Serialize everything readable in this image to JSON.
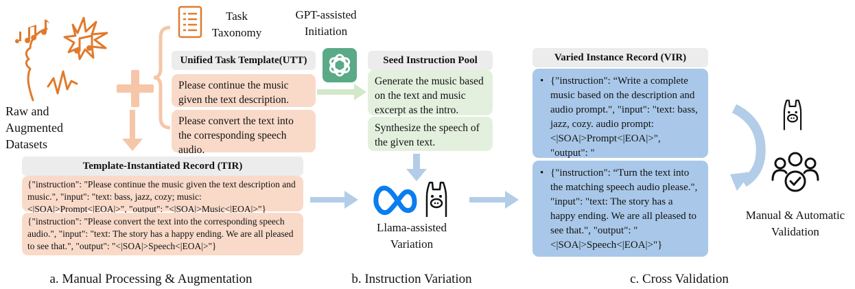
{
  "colors": {
    "orange_card": "#f9dac9",
    "green_card": "#e4f0de",
    "blue_card": "#a9c8e9",
    "header_gray": "#ececec",
    "arrow_blue": "#b3cde8",
    "orange_icon": "#e07a2c",
    "meta_blue": "#0a7df0",
    "chatgpt_green": "#5aa987"
  },
  "section_a": {
    "datasets_label": "Raw and Augmented Datasets",
    "task_taxonomy_label": "Task Taxonomy",
    "utt_header": "Unified Task Template(UTT)",
    "utt_items": [
      "Please continue the music given the text description.",
      "Please convert the text into the corresponding speech audio."
    ],
    "tir_header": "Template-Instantiated Record (TIR)",
    "tir_items": [
      "{\"instruction\": \"Please continue the music given the text description and music.\", \"input\": \"text: bass, jazz, cozy; music: <|SOA|>Prompt<|EOA|>\", \"output\": \"<|SOA|>Music<|EOA|>\"}",
      "{\"instruction\": \"Please convert the text into the corresponding speech audio.\", \"input\": \"text: The story has a happy ending. We are all pleased to see that.\", \"output\": \"<|SOA|>Speech<|EOA|>\"}"
    ],
    "caption": "a. Manual Processing & Augmentation"
  },
  "section_b": {
    "gpt_label": "GPT-assisted Initiation",
    "seed_header": "Seed Instruction Pool",
    "seed_items": [
      "Generate the music based on the text and music excerpt as the intro.",
      "Synthesize the speech of the given text."
    ],
    "llama_label": "Llama-assisted Variation",
    "caption": "b. Instruction Variation"
  },
  "section_c": {
    "vir_header": "Varied Instance Record (VIR)",
    "bullet": "•",
    "vir_items": [
      "{\"instruction\": “Write a complete music based on the description and audio prompt.\", \"input\": \"text: bass, jazz, cozy. audio prompt: <|SOA|>Prompt<|EOA|>\", \"output\": \"<|SOA|>Music<|EOA|>\"}",
      "{\"instruction\": “Turn the text into the matching speech audio please.\", \"input\": \"text: The story has a happy ending. We are all pleased to see that.\", \"output\": \"<|SOA|>Speech<|EOA|>\"}"
    ],
    "validation_label": "Manual & Automatic Validation",
    "caption": "c. Cross Validation"
  }
}
